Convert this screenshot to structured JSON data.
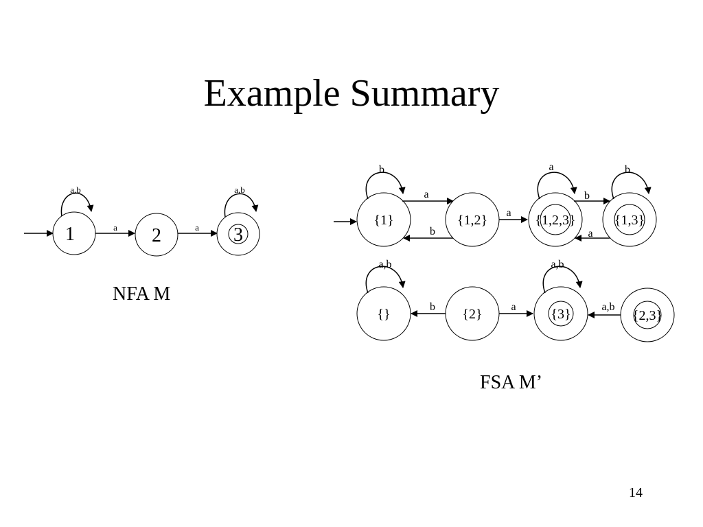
{
  "slide": {
    "title": "Example Summary",
    "page_number": "14"
  },
  "nfa": {
    "caption": "NFA M",
    "states": [
      {
        "id": "n1",
        "label": "1",
        "accepting": false,
        "start": true
      },
      {
        "id": "n2",
        "label": "2",
        "accepting": false,
        "start": false
      },
      {
        "id": "n3",
        "label": "3",
        "accepting": true,
        "start": false
      }
    ],
    "transitions": [
      {
        "from": "n1",
        "to": "n1",
        "label": "a,b"
      },
      {
        "from": "n1",
        "to": "n2",
        "label": "a"
      },
      {
        "from": "n2",
        "to": "n3",
        "label": "a"
      },
      {
        "from": "n3",
        "to": "n3",
        "label": "a,b"
      }
    ]
  },
  "fsa": {
    "caption": "FSA M’",
    "states": [
      {
        "id": "s1",
        "label": "{1}",
        "accepting": false,
        "start": true
      },
      {
        "id": "s12",
        "label": "{1,2}",
        "accepting": false,
        "start": false
      },
      {
        "id": "s123",
        "label": "{1,2,3}",
        "accepting": true,
        "start": false
      },
      {
        "id": "s13",
        "label": "{1,3}",
        "accepting": true,
        "start": false
      },
      {
        "id": "s0",
        "label": "{}",
        "accepting": false,
        "start": false
      },
      {
        "id": "s2",
        "label": "{2}",
        "accepting": false,
        "start": false
      },
      {
        "id": "s3",
        "label": "{3}",
        "accepting": true,
        "start": false
      },
      {
        "id": "s23",
        "label": "{2,3}",
        "accepting": true,
        "start": false
      }
    ],
    "transitions": [
      {
        "from": "s1",
        "to": "s1",
        "label": "b"
      },
      {
        "from": "s1",
        "to": "s12",
        "label": "a"
      },
      {
        "from": "s12",
        "to": "s1",
        "label": "b"
      },
      {
        "from": "s12",
        "to": "s123",
        "label": "a"
      },
      {
        "from": "s123",
        "to": "s123",
        "label": "a"
      },
      {
        "from": "s123",
        "to": "s13",
        "label": "b"
      },
      {
        "from": "s13",
        "to": "s123",
        "label": "a"
      },
      {
        "from": "s13",
        "to": "s13",
        "label": "b"
      },
      {
        "from": "s0",
        "to": "s0",
        "label": "a,b"
      },
      {
        "from": "s2",
        "to": "s0",
        "label": "b"
      },
      {
        "from": "s2",
        "to": "s3",
        "label": "a"
      },
      {
        "from": "s3",
        "to": "s3",
        "label": "a,b"
      },
      {
        "from": "s23",
        "to": "s3",
        "label": "a,b"
      }
    ]
  }
}
